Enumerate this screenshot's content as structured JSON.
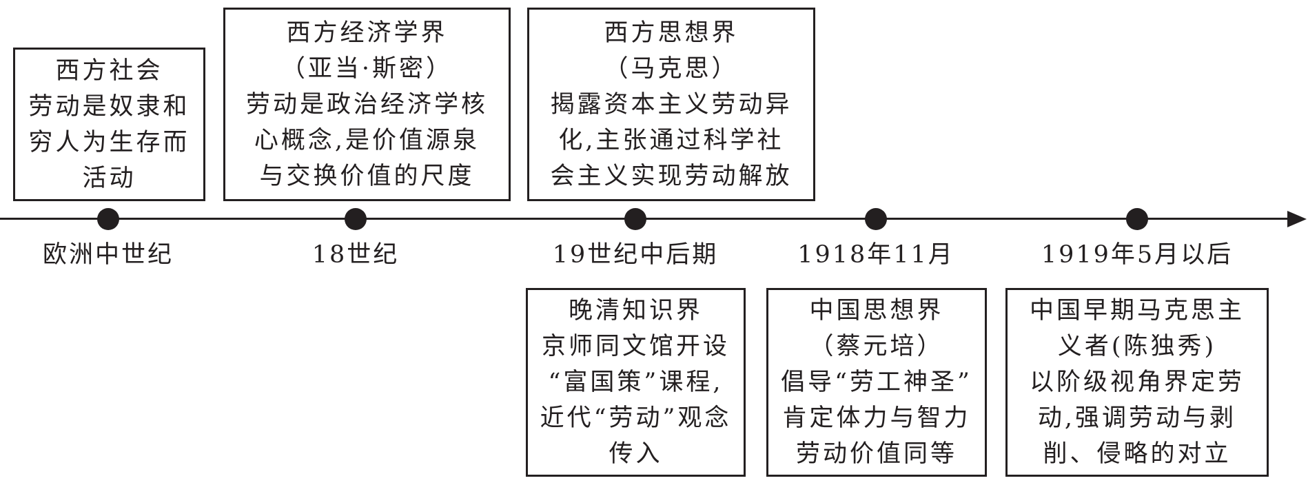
{
  "timeline": [
    {
      "period": "欧洲中世纪",
      "box_position": "top",
      "lines": [
        "西方社会",
        "劳动是奴隶和",
        "穷人为生存而",
        "活动"
      ]
    },
    {
      "period": "18世纪",
      "box_position": "top",
      "lines": [
        "西方经济学界",
        "（亚当·斯密）",
        "劳动是政治经济学核",
        "心概念,是价值源泉",
        "与交换价值的尺度"
      ]
    },
    {
      "period": "19世纪中后期",
      "box_position": "top",
      "lines": [
        "西方思想界",
        "（马克思）",
        "揭露资本主义劳动异",
        "化,主张通过科学社",
        "会主义实现劳动解放"
      ]
    },
    {
      "period": "19世纪中后期",
      "box_position": "bottom",
      "lines": [
        "晚清知识界",
        "京师同文馆开设",
        "“富国策”课程,",
        "近代“劳动”观念",
        "传入"
      ]
    },
    {
      "period": "1918年11月",
      "box_position": "bottom",
      "lines": [
        "中国思想界",
        "（蔡元培）",
        "倡导“劳工神圣”",
        "肯定体力与智力",
        "劳动价值同等"
      ]
    },
    {
      "period": "1919年5月以后",
      "box_position": "bottom",
      "lines": [
        "中国早期马克思主",
        "义者(陈独秀)",
        "以阶级视角界定劳",
        "动,强调劳动与剥",
        "削、侵略的对立"
      ]
    }
  ],
  "axis_labels": [
    "欧洲中世纪",
    "18世纪",
    "19世纪中后期",
    "1918年11月",
    "1919年5月以后"
  ]
}
